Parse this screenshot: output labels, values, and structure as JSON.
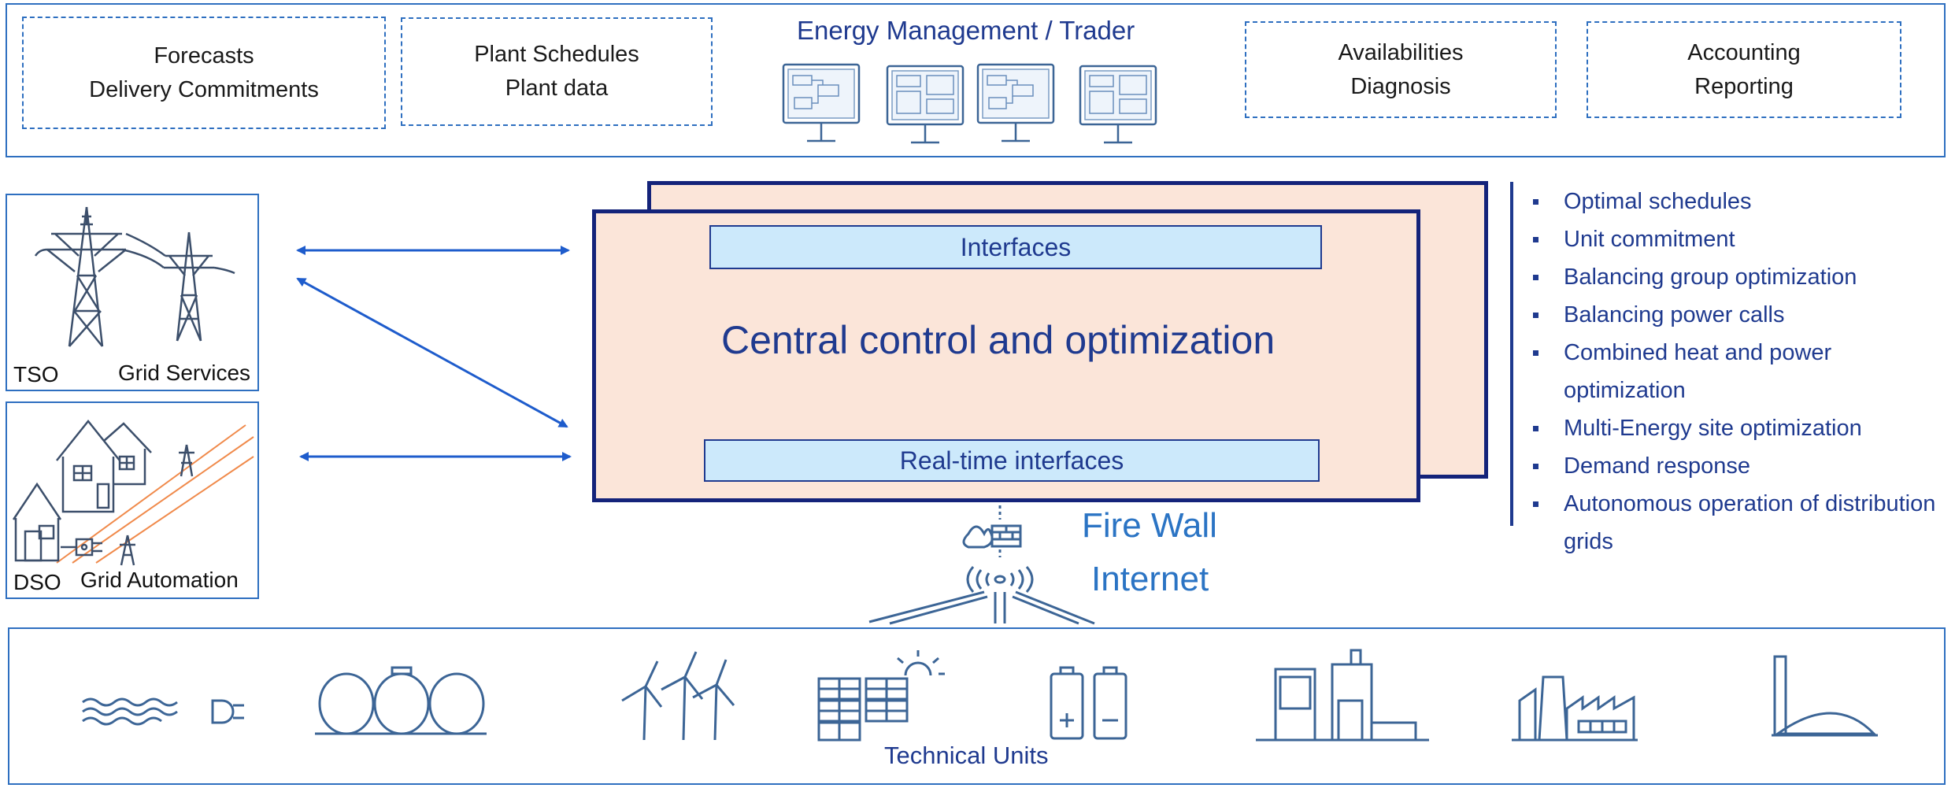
{
  "top": {
    "title": "Energy Management / Trader",
    "boxes": [
      {
        "line1": "Forecasts",
        "line2": "Delivery Commitments"
      },
      {
        "line1": "Plant Schedules",
        "line2": "Plant data"
      },
      {
        "line1": "Availabilities",
        "line2": "Diagnosis"
      },
      {
        "line1": "Accounting",
        "line2": "Reporting"
      }
    ]
  },
  "left": {
    "tso": {
      "abbr": "TSO",
      "label": "Grid Services"
    },
    "dso": {
      "abbr": "DSO",
      "label": "Grid Automation"
    }
  },
  "center": {
    "interfaces": "Interfaces",
    "title": "Central control and optimization",
    "realtime": "Real-time interfaces"
  },
  "features": [
    "Optimal schedules",
    "Unit commitment",
    "Balancing group optimization",
    "Balancing power calls",
    "Combined heat and power optimization",
    "Multi-Energy site optimization",
    "Demand response",
    "Autonomous operation of distribution grids"
  ],
  "network": {
    "firewall": "Fire Wall",
    "internet": "Internet"
  },
  "bottom": {
    "label": "Technical Units",
    "icons": [
      "hydro-plug-icon",
      "gas-storage-tanks-icon",
      "wind-turbines-icon",
      "solar-panels-icon",
      "battery-icon",
      "industrial-plant-icon",
      "power-plant-icon",
      "biogas-plant-icon"
    ]
  },
  "colors": {
    "accent": "#2e6fc0",
    "navy": "#1f3a8f",
    "card": "#fbe5d9",
    "bar": "#cce9fb",
    "arrow": "#1e5ccc",
    "grid-line": "#f08a4b"
  }
}
